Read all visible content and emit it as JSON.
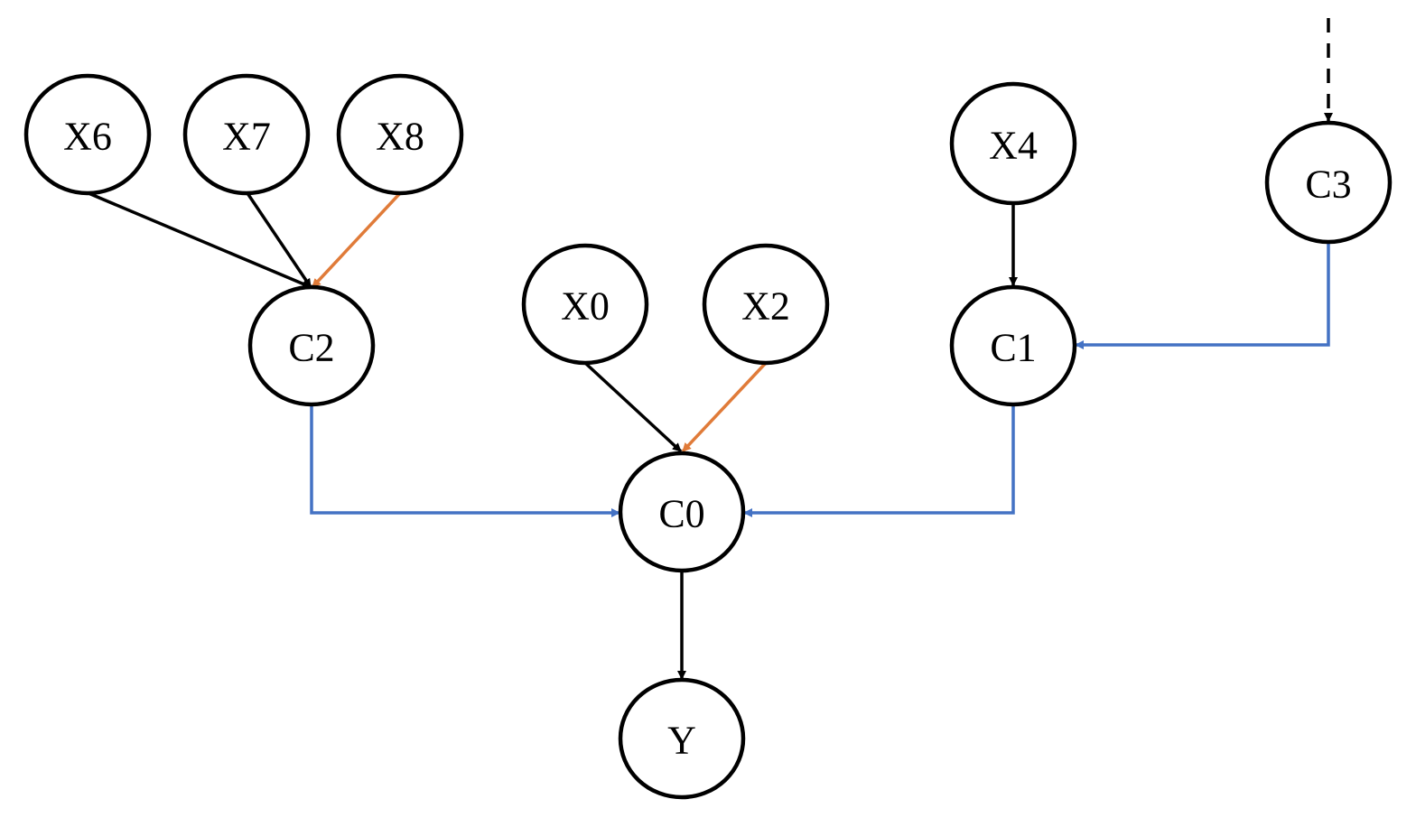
{
  "diagram": {
    "nodes": [
      {
        "id": "X6",
        "label": "X6"
      },
      {
        "id": "X7",
        "label": "X7"
      },
      {
        "id": "X8",
        "label": "X8"
      },
      {
        "id": "X4",
        "label": "X4"
      },
      {
        "id": "C3",
        "label": "C3"
      },
      {
        "id": "C2",
        "label": "C2"
      },
      {
        "id": "X0",
        "label": "X0"
      },
      {
        "id": "X2",
        "label": "X2"
      },
      {
        "id": "C1",
        "label": "C1"
      },
      {
        "id": "C0",
        "label": "C0"
      },
      {
        "id": "Y",
        "label": "Y"
      }
    ],
    "edges": [
      {
        "from": "X6",
        "to": "C2",
        "color": "black"
      },
      {
        "from": "X7",
        "to": "C2",
        "color": "black"
      },
      {
        "from": "X8",
        "to": "C2",
        "color": "orange"
      },
      {
        "from": "X4",
        "to": "C1",
        "color": "black"
      },
      {
        "from": "C3",
        "to": "C1",
        "color": "blue"
      },
      {
        "from": "X0",
        "to": "C0",
        "color": "black"
      },
      {
        "from": "X2",
        "to": "C0",
        "color": "orange"
      },
      {
        "from": "C2",
        "to": "C0",
        "color": "blue"
      },
      {
        "from": "C1",
        "to": "C0",
        "color": "blue"
      },
      {
        "from": "C0",
        "to": "Y",
        "color": "black"
      },
      {
        "from": null,
        "to": "C3",
        "color": "black",
        "style": "dashed"
      }
    ],
    "colors": {
      "black": "#000000",
      "orange": "#e07b39",
      "blue": "#4472c4"
    }
  }
}
